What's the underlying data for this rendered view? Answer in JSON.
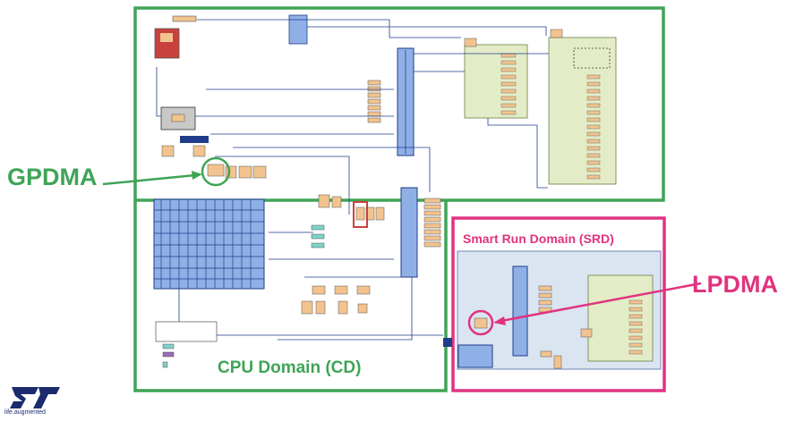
{
  "labels": {
    "gpdma": "GPDMA",
    "lpdma": "LPDMA",
    "cpu_domain": "CPU Domain (CD)",
    "srd": "Smart Run Domain (SRD)"
  },
  "logo": {
    "tagline": "life.augmented",
    "icon": "st-logo"
  },
  "colors": {
    "green": "#3fa457",
    "magenta": "#e0337f",
    "bus_blue": "#1f3d8a",
    "matrix_blue": "#8fb0e6",
    "srd_fill": "#dbe5f1",
    "peripheral_orange": "#f2c38f",
    "panel_green": "#e3ecc7"
  }
}
